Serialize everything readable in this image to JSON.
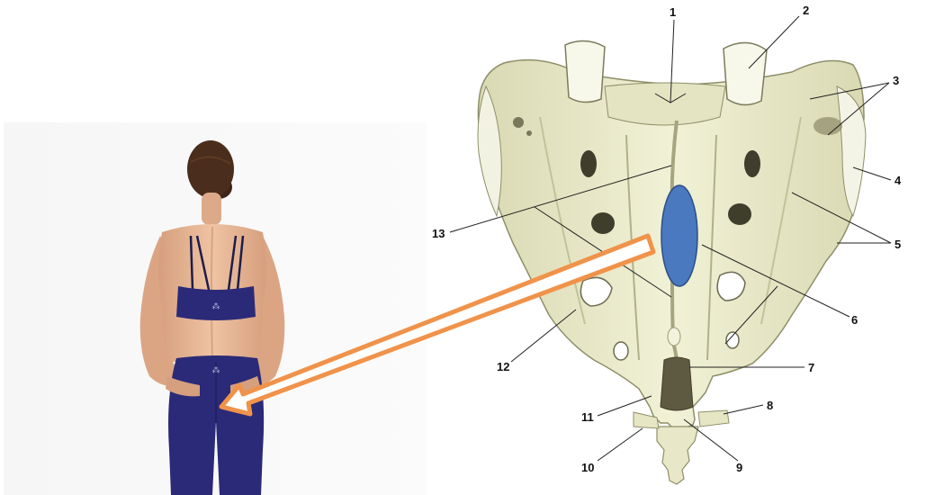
{
  "figure": {
    "callouts": [
      {
        "number": "1"
      },
      {
        "number": "2"
      },
      {
        "number": "3"
      },
      {
        "number": "4"
      },
      {
        "number": "5"
      },
      {
        "number": "6"
      },
      {
        "number": "7"
      },
      {
        "number": "8"
      },
      {
        "number": "9"
      },
      {
        "number": "10"
      },
      {
        "number": "11"
      },
      {
        "number": "12"
      },
      {
        "number": "13"
      }
    ],
    "colors": {
      "bone": "#eeeed0",
      "bone_shadow": "#c9c99e",
      "marker": "#4a79c0",
      "arrow": "#f0934a",
      "clothing": "#2b2a78",
      "skin": "#e7b594",
      "hair": "#4a2d1c"
    },
    "icons": [
      "back-view-photo",
      "sacrum-illustration",
      "location-marker",
      "pointer-arrow"
    ]
  }
}
